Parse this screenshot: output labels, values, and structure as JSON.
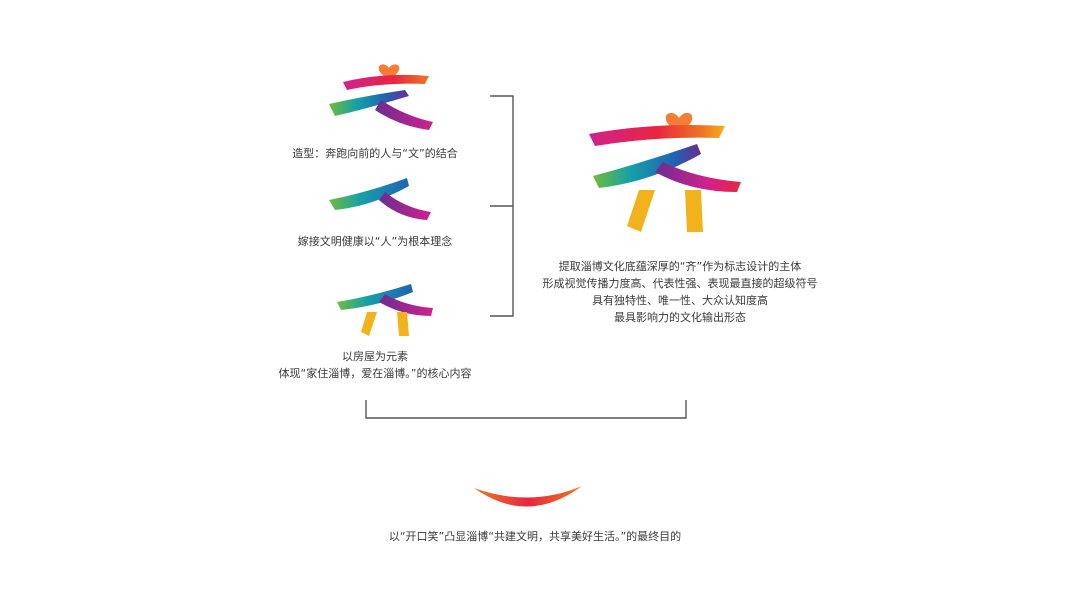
{
  "colors": {
    "red": "#e8263f",
    "magenta": "#d0218f",
    "purple": "#6a2d91",
    "blue": "#1f63b5",
    "teal": "#16a0a8",
    "green": "#6ebd3a",
    "yellow": "#f2b21c",
    "orange": "#ee7a22",
    "heart": "#f47c35",
    "bracket": "#555555"
  },
  "icons": {
    "logo_wen": "wen-character-logo",
    "logo_ren": "ren-character-logo",
    "logo_qi_small": "qi-character-logo-small",
    "logo_qi_main": "qi-character-logo-main",
    "smile": "smile-curve-icon"
  },
  "captions": {
    "wen": "造型：奔跑向前的人与“文”的结合",
    "ren": "嫁接文明健康以“人”为根本理念",
    "house_line1": "以房屋为元素",
    "house_line2": "体现“家住淄博，爱在淄博。”的核心内容",
    "main_line1": "提取淄博文化底蕴深厚的“齐”作为标志设计的主体",
    "main_line2": "形成视觉传播力度高、代表性强、表现最直接的超级符号",
    "main_line3": "具有独特性、唯一性、大众认知度高",
    "main_line4": "最具影响力的文化输出形态",
    "bottom": "以“开口笑”凸显淄博“共建文明，共享美好生活。”的最终目的"
  }
}
